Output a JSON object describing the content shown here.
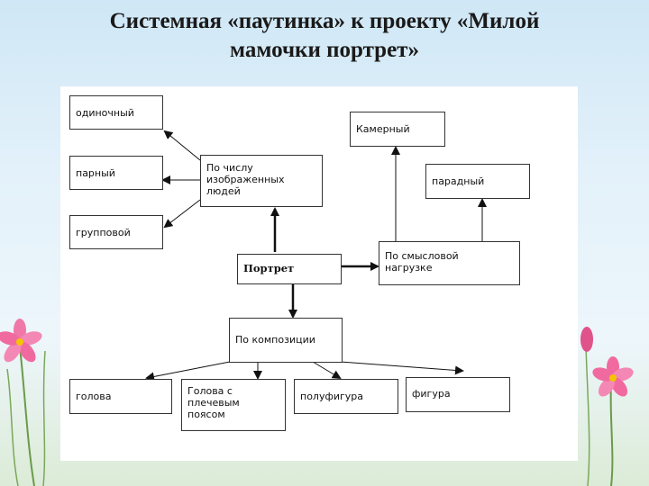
{
  "title": {
    "line1": "Системная «паутинка» к проекту «Милой",
    "line2": "мамочки портрет»"
  },
  "diagram": {
    "nodes": {
      "odinochny": "одиночный",
      "parny": "парный",
      "gruppovoy": "групповой",
      "po_chislu_1": "По числу",
      "po_chislu_2": "изображенных",
      "po_chislu_3": "людей",
      "kamerny": "Камерный",
      "paradny": "парадный",
      "portret": "Портрет",
      "po_smyslovoy_1": "По смысловой",
      "po_smyslovoy_2": "нагрузке",
      "po_kompozicii": "По композиции",
      "golova": "голова",
      "golova_plech_1": "Голова с",
      "golova_plech_2": "плечевым",
      "golova_plech_3": "поясом",
      "polufigura": "полуфигура",
      "figura": "фигура"
    }
  },
  "colors": {
    "flower_pink": "#f06aa0",
    "flower_center": "#f3c400",
    "stem_green": "#6a9a4a"
  }
}
